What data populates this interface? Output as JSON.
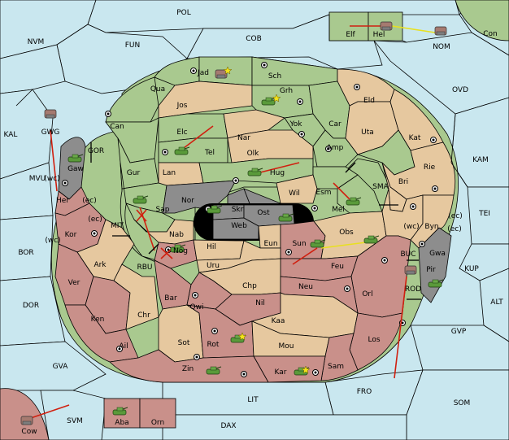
{
  "map": {
    "sea_labels": [
      {
        "id": "pol",
        "text": "POL"
      },
      {
        "id": "nvm",
        "text": "NVM"
      },
      {
        "id": "fun",
        "text": "FUN"
      },
      {
        "id": "cob",
        "text": "COB"
      },
      {
        "id": "nom",
        "text": "NOM"
      },
      {
        "id": "con",
        "text": "Con"
      },
      {
        "id": "ovd",
        "text": "OVD"
      },
      {
        "id": "kal",
        "text": "KAL"
      },
      {
        "id": "kam",
        "text": "KAM"
      },
      {
        "id": "gor",
        "text": "GOR"
      },
      {
        "id": "sma",
        "text": "SMA"
      },
      {
        "id": "mvu",
        "text": "MVU"
      },
      {
        "id": "tei",
        "text": "TEI"
      },
      {
        "id": "mit",
        "text": "MIT"
      },
      {
        "id": "bor",
        "text": "BOR"
      },
      {
        "id": "rbu",
        "text": "RBU"
      },
      {
        "id": "buc",
        "text": "BUC"
      },
      {
        "id": "kup",
        "text": "KUP"
      },
      {
        "id": "dor",
        "text": "DOR"
      },
      {
        "id": "alt",
        "text": "ALT"
      },
      {
        "id": "gvp",
        "text": "GVP"
      },
      {
        "id": "gva",
        "text": "GVA"
      },
      {
        "id": "fro",
        "text": "FRO"
      },
      {
        "id": "som",
        "text": "SOM"
      },
      {
        "id": "lit",
        "text": "LIT"
      },
      {
        "id": "svm",
        "text": "SVM"
      },
      {
        "id": "dax",
        "text": "DAX"
      }
    ],
    "land_labels": [
      {
        "id": "elf",
        "text": "Elf"
      },
      {
        "id": "hel",
        "text": "Hel"
      },
      {
        "id": "jad",
        "text": "Jad"
      },
      {
        "id": "sch",
        "text": "Sch"
      },
      {
        "id": "qua",
        "text": "Qua"
      },
      {
        "id": "grh",
        "text": "Grh"
      },
      {
        "id": "eld",
        "text": "Eld"
      },
      {
        "id": "jos",
        "text": "Jos"
      },
      {
        "id": "can",
        "text": "Can"
      },
      {
        "id": "yok",
        "text": "Yok"
      },
      {
        "id": "car",
        "text": "Car"
      },
      {
        "id": "uta",
        "text": "Uta"
      },
      {
        "id": "kat",
        "text": "Kat"
      },
      {
        "id": "gwg",
        "text": "GWG"
      },
      {
        "id": "elc",
        "text": "Elc"
      },
      {
        "id": "nar",
        "text": "Nar"
      },
      {
        "id": "tel",
        "text": "Tel"
      },
      {
        "id": "olk",
        "text": "Olk"
      },
      {
        "id": "amp",
        "text": "Amp"
      },
      {
        "id": "gaw",
        "text": "Gaw"
      },
      {
        "id": "lan",
        "text": "Lan"
      },
      {
        "id": "hug",
        "text": "Hug"
      },
      {
        "id": "gur",
        "text": "Gur"
      },
      {
        "id": "rie",
        "text": "Rie"
      },
      {
        "id": "bri",
        "text": "Bri"
      },
      {
        "id": "esm",
        "text": "Esm"
      },
      {
        "id": "wil",
        "text": "Wil"
      },
      {
        "id": "nor",
        "text": "Nor"
      },
      {
        "id": "her",
        "text": "Her"
      },
      {
        "id": "skr",
        "text": "Skr"
      },
      {
        "id": "ost",
        "text": "Ost"
      },
      {
        "id": "sap",
        "text": "Sap"
      },
      {
        "id": "mel",
        "text": "Mel"
      },
      {
        "id": "web",
        "text": "Web"
      },
      {
        "id": "kor",
        "text": "Kor"
      },
      {
        "id": "byn",
        "text": "Byn"
      },
      {
        "id": "nab",
        "text": "Nab"
      },
      {
        "id": "obs",
        "text": "Obs"
      },
      {
        "id": "hil",
        "text": "Hil"
      },
      {
        "id": "eun",
        "text": "Eun"
      },
      {
        "id": "sun",
        "text": "Sun"
      },
      {
        "id": "gwa",
        "text": "Gwa"
      },
      {
        "id": "ark",
        "text": "Ark"
      },
      {
        "id": "nog",
        "text": "Nog"
      },
      {
        "id": "pir",
        "text": "Pir"
      },
      {
        "id": "uru",
        "text": "Uru"
      },
      {
        "id": "feu",
        "text": "Feu"
      },
      {
        "id": "ver",
        "text": "Ver"
      },
      {
        "id": "chp",
        "text": "Chp"
      },
      {
        "id": "neu",
        "text": "Neu"
      },
      {
        "id": "rod",
        "text": "ROD"
      },
      {
        "id": "bar",
        "text": "Bar"
      },
      {
        "id": "orl",
        "text": "Orl"
      },
      {
        "id": "qwi",
        "text": "Qwi"
      },
      {
        "id": "nil",
        "text": "Nil"
      },
      {
        "id": "ken",
        "text": "Ken"
      },
      {
        "id": "chr",
        "text": "Chr"
      },
      {
        "id": "kaa",
        "text": "Kaa"
      },
      {
        "id": "ail",
        "text": "Ail"
      },
      {
        "id": "rot",
        "text": "Rot"
      },
      {
        "id": "los",
        "text": "Los"
      },
      {
        "id": "sot",
        "text": "Sot"
      },
      {
        "id": "mou",
        "text": "Mou"
      },
      {
        "id": "sam",
        "text": "Sam"
      },
      {
        "id": "zin",
        "text": "Zin"
      },
      {
        "id": "kar",
        "text": "Kar"
      },
      {
        "id": "aba",
        "text": "Aba"
      },
      {
        "id": "orn",
        "text": "Orn"
      },
      {
        "id": "cow",
        "text": "Cow"
      }
    ],
    "coast_labels": [
      {
        "id": "her_wc",
        "text": "(wc)"
      },
      {
        "id": "her_ec",
        "text": "(ec)"
      },
      {
        "id": "kor_ec",
        "text": "(ec)"
      },
      {
        "id": "kor_wc",
        "text": "(wc)"
      },
      {
        "id": "byn_wc",
        "text": "(wc)"
      },
      {
        "id": "byn_ec",
        "text": "(ec)"
      },
      {
        "id": "gwa_ec",
        "text": "(ec)"
      }
    ],
    "colors": {
      "sea": "#c9e7ef",
      "green_power": "#a9c98f",
      "tan_neutral": "#e6c89f",
      "red_power": "#c9908a",
      "impassable": "#8d8d8d",
      "army_unit": "#5a9a3a",
      "order_arrow": "#d02010",
      "support_arrow": "#e8e020"
    },
    "unit_icons": "tank-icon, ship-icon",
    "star_icon": "star-icon"
  }
}
